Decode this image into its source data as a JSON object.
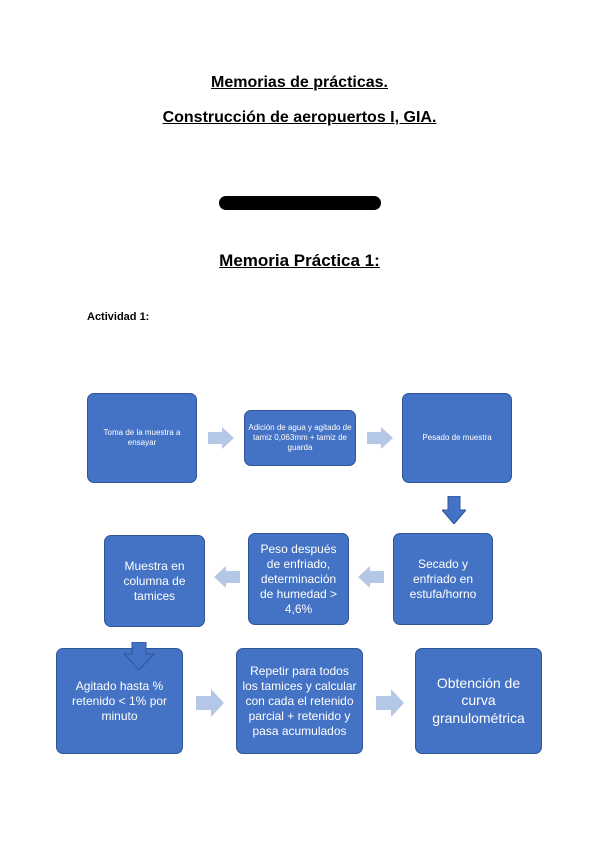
{
  "header": {
    "title_line1": "Memorias de prácticas.",
    "title_line2": "Construcción de aeropuertos I, GIA."
  },
  "section": {
    "title": "Memoria Práctica 1:",
    "activity_label": "Actividad 1:"
  },
  "flowchart": {
    "steps": [
      "Toma de la muestra a ensayar",
      "Adición de agua y agitado de tamiz 0,063mm + tamiz de guarda",
      "Pesado de muestra",
      "Secado y enfriado en estufa/horno",
      "Peso después de enfriado, determinación de humedad > 4,6%",
      "Muestra en columna de tamices",
      "Agitado hasta % retenido < 1% por minuto",
      "Repetir para todos los tamices y calcular con cada el retenido parcial + retenido y pasa acumulados",
      "Obtención de curva granulométrica"
    ],
    "colors": {
      "box_fill": "#4472c4",
      "box_border": "#2f5597",
      "arrow_fill": "#b4c7e7"
    }
  }
}
